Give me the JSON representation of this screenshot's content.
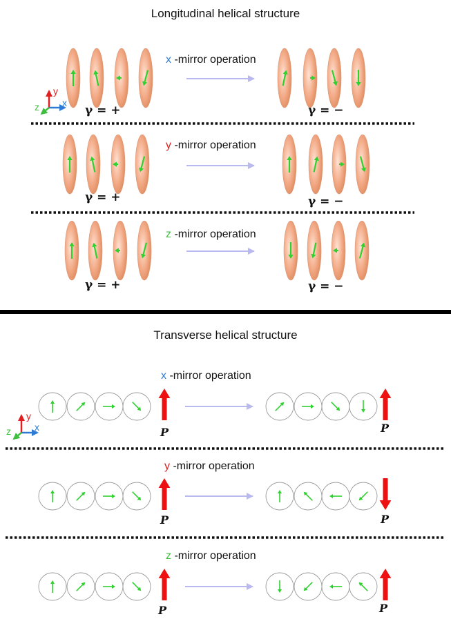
{
  "longitudinal": {
    "title": "Longitudinal helical structure",
    "axes": {
      "x": "x",
      "y": "y",
      "z": "z"
    },
    "rows": [
      {
        "axis": "x",
        "operation": " -mirror operation",
        "gamma_left": "γ = +",
        "gamma_right": "γ = −"
      },
      {
        "axis": "y",
        "operation": " -mirror operation",
        "gamma_left": "γ = +",
        "gamma_right": "γ = −"
      },
      {
        "axis": "z",
        "operation": " -mirror operation",
        "gamma_left": "γ = +",
        "gamma_right": "γ = −"
      }
    ]
  },
  "transverse": {
    "title": "Transverse helical structure",
    "axes": {
      "x": "x",
      "y": "y",
      "z": "z"
    },
    "rows": [
      {
        "axis": "x",
        "operation": " -mirror operation",
        "polarization_left": "P",
        "polarization_right": "P",
        "p_left_direction": "up",
        "p_right_direction": "up"
      },
      {
        "axis": "y",
        "operation": " -mirror operation",
        "polarization_left": "P",
        "polarization_right": "P",
        "p_left_direction": "up",
        "p_right_direction": "down"
      },
      {
        "axis": "z",
        "operation": " -mirror operation",
        "polarization_left": "P",
        "polarization_right": "P",
        "p_left_direction": "up",
        "p_right_direction": "up"
      }
    ]
  },
  "colors": {
    "x_axis": "#2e7bd6",
    "y_axis": "#e02020",
    "z_axis": "#3fbf3f",
    "spin_arrow": "#2fd12f",
    "polarization_arrow": "#ee1111",
    "mirror_arrow": "#b9b9ef",
    "ellipse": "#f0a27f"
  }
}
